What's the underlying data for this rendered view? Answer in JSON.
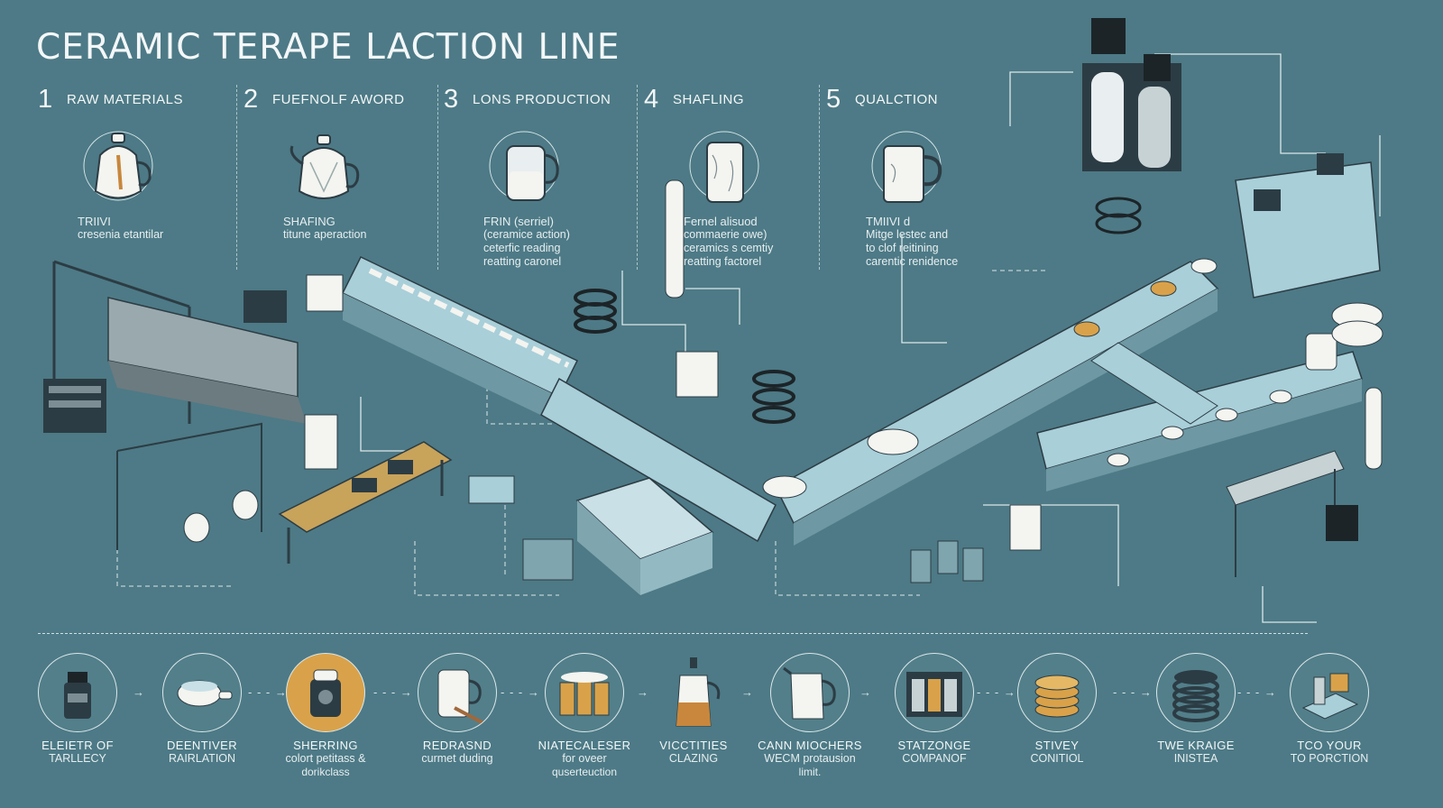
{
  "title": "CERAMIC TERAPE LACTION LINE",
  "steps": [
    {
      "num": "1",
      "label": "RAW MATERIALS",
      "cap1": "TRIIVI",
      "cap2": "cresenia etantilar",
      "cap3": "",
      "cap4": ""
    },
    {
      "num": "2",
      "label": "FUEFNOLF AWORD",
      "cap1": "SHAFING",
      "cap2": "titune aperaction",
      "cap3": "",
      "cap4": ""
    },
    {
      "num": "3",
      "label": "LONS PRODUCTION",
      "cap1": "FRIN (serriel)",
      "cap2": "(ceramice action)",
      "cap3": "ceterfic reading",
      "cap4": "reatting caronel"
    },
    {
      "num": "4",
      "label": "SHAFLING",
      "cap1": "Fernel alisuod",
      "cap2": "commaerie owe)",
      "cap3": "ceramics s cemtiy",
      "cap4": "reatting factorel"
    },
    {
      "num": "5",
      "label": "QUALCTION",
      "cap1": "TMIIVI d",
      "cap2": "Mitge lestec and",
      "cap3": "to clof reitining",
      "cap4": "carentic renidence"
    }
  ],
  "bottom": [
    {
      "t1": "ELEIETR OF",
      "t2": "TARLLECY",
      "t3": "",
      "icon": "bottle-icon"
    },
    {
      "t1": "DEENTIVER",
      "t2": "RAIRLATION",
      "t3": "",
      "icon": "teapot-icon"
    },
    {
      "t1": "SHERRING",
      "t2": "colort petitass &",
      "t3": "dorikclass",
      "icon": "mixer-icon"
    },
    {
      "t1": "REDRASND",
      "t2": "curmet duding",
      "t3": "",
      "icon": "mug-icon"
    },
    {
      "t1": "NIATECALESER",
      "t2": "for oveer",
      "t3": "quserteuction",
      "icon": "jars-icon"
    },
    {
      "t1": "VICCTITIES",
      "t2": "CLAZING",
      "t3": "",
      "icon": "glaze-jug-icon"
    },
    {
      "t1": "CANN MIOCHERS",
      "t2": "WECM protausion",
      "t3": "limit.",
      "icon": "pitcher-icon"
    },
    {
      "t1": "STATZONGE",
      "t2": "COMPANOF",
      "t3": "",
      "icon": "kiln-stack-icon"
    },
    {
      "t1": "STIVEY",
      "t2": "CONITIOL",
      "t3": "",
      "icon": "plate-stack-icon"
    },
    {
      "t1": "TWE KRAIGE",
      "t2": "INISTEA",
      "t3": "",
      "icon": "coil-icon"
    },
    {
      "t1": "TCO YOUR",
      "t2": "TO PORCTION",
      "t3": "",
      "icon": "packaging-robot-icon"
    }
  ],
  "arrows": [
    "→",
    "- - - →",
    "- - - →",
    "- - - →",
    "→",
    "→",
    "→",
    "- - - →",
    "- - - →",
    "- - - →"
  ],
  "colors": {
    "background": "#4d7a86",
    "machine": "#a9cfd9",
    "machine_dark": "#2c3c44",
    "wood": "#c8a35a",
    "ceramic": "#f4f4f0",
    "glaze": "#d9a24a"
  }
}
